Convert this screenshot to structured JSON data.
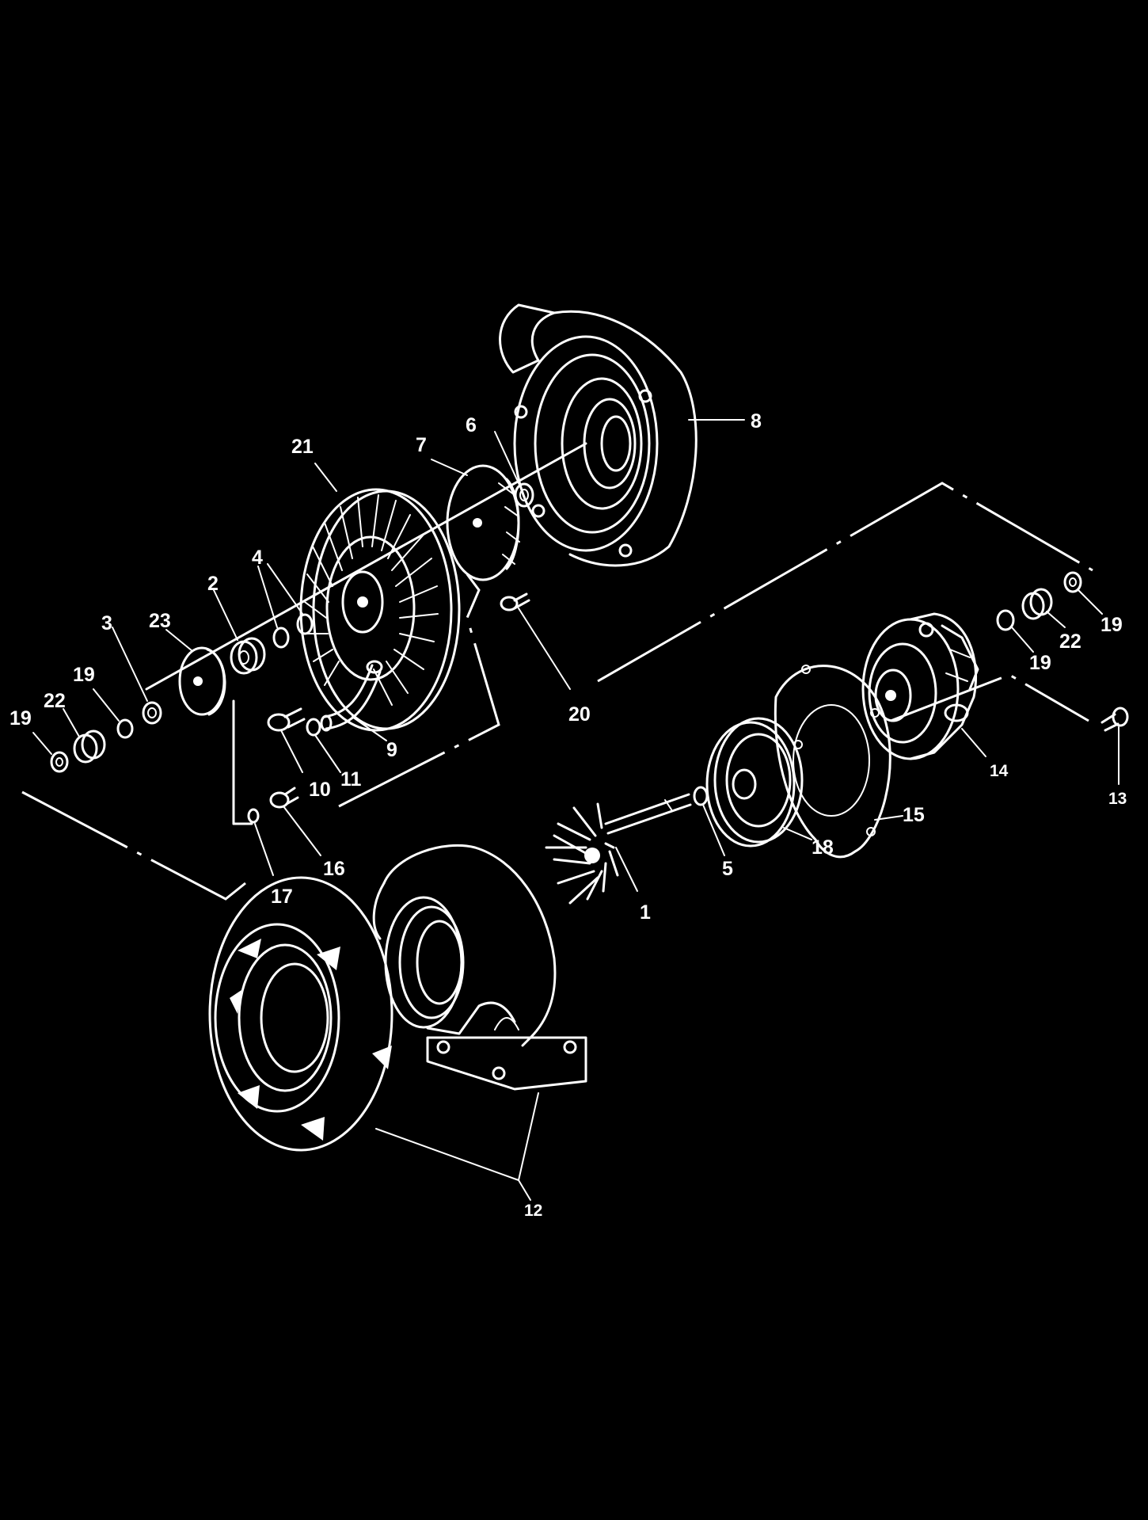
{
  "colors": {
    "background": "#000000",
    "line": "#ffffff"
  },
  "callouts": {
    "p1": "1",
    "p2": "2",
    "p3": "3",
    "p4": "4",
    "p5": "5",
    "p6": "6",
    "p7": "7",
    "p8": "8",
    "p9": "9",
    "p10": "10",
    "p11": "11",
    "p12": "12",
    "p13": "13",
    "p14": "14",
    "p15": "15",
    "p16": "16",
    "p17": "17",
    "p18": "18",
    "p19": "19",
    "p20": "20",
    "p21": "21",
    "p22": "22",
    "p23": "23"
  }
}
